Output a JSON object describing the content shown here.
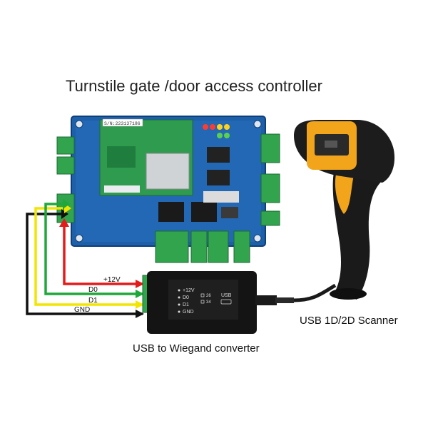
{
  "title": "Turnstile gate /door access controller",
  "controller": {
    "serial_label": "S/N:223137186"
  },
  "wires": [
    {
      "label": "+12V",
      "color": "#e31b1b"
    },
    {
      "label": "D0",
      "color": "#1fa83a"
    },
    {
      "label": "D1",
      "color": "#f2e500"
    },
    {
      "label": "GND",
      "color": "#111111"
    }
  ],
  "converter": {
    "caption": "USB to Wiegand converter",
    "pins": [
      "+12V",
      "D0",
      "D1",
      "GND"
    ],
    "mode_labels": [
      "26",
      "34"
    ],
    "usb_label": "USB"
  },
  "scanner": {
    "caption": "USB 1D/2D Scanner"
  }
}
